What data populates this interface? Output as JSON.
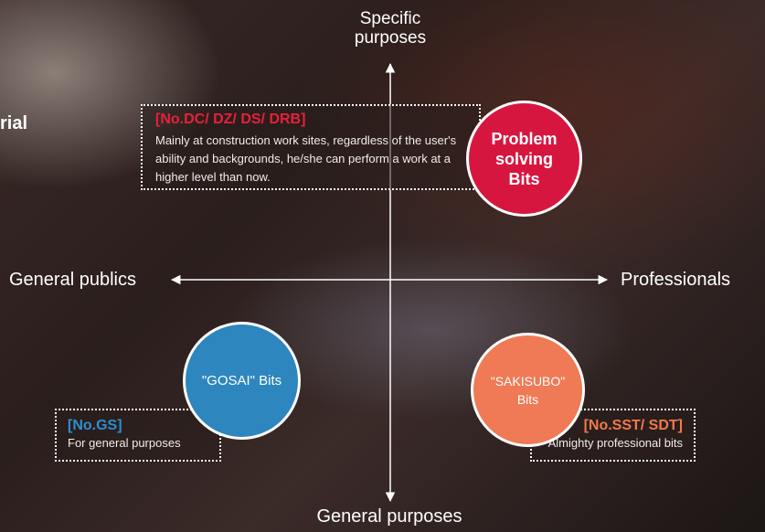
{
  "labels": {
    "top_line1": "Specific",
    "top_line2": "purposes",
    "bottom": "General purposes",
    "left": "General publics",
    "right": "Professionals",
    "partial_left": "rial"
  },
  "boxes": {
    "dc": {
      "title": "[No.DC/ DZ/ DS/ DRB]",
      "desc": "Mainly at construction work sites, regardless of the user's ability and backgrounds, he/she can perform a work at a higher level than now."
    },
    "gs": {
      "title": "[No.GS]",
      "desc": "For general purposes"
    },
    "sst": {
      "title": "[No.SST/ SDT]",
      "desc": "Almighty professional bits"
    }
  },
  "circles": {
    "problem": {
      "line1": "Problem",
      "line2": "solving",
      "line3": "Bits",
      "color": "#d71640"
    },
    "gosai": {
      "label": "\"GOSAI\" Bits",
      "color": "#2d86bd"
    },
    "saki": {
      "line1": "\"SAKISUBO\"",
      "line2": "Bits",
      "color": "#ef7a55"
    }
  }
}
